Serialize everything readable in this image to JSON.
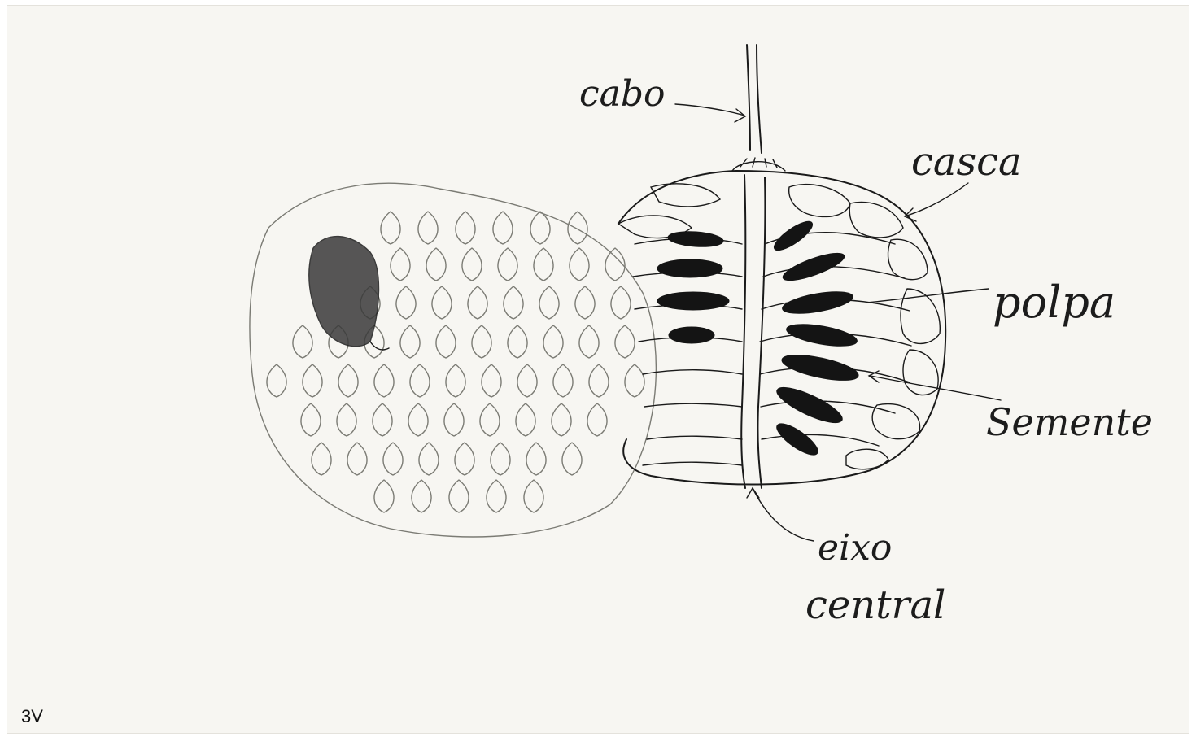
{
  "plate": {
    "number": "3V"
  },
  "labels": {
    "cabo": "cabo",
    "casca": "casca",
    "polpa": "polpa",
    "semente": "Semente",
    "eixo_line1": "eixo",
    "eixo_line2": "central"
  },
  "colors": {
    "ink": "#1a1a1a",
    "pencil": "#7b7b74",
    "paper": "#f7f6f2"
  }
}
